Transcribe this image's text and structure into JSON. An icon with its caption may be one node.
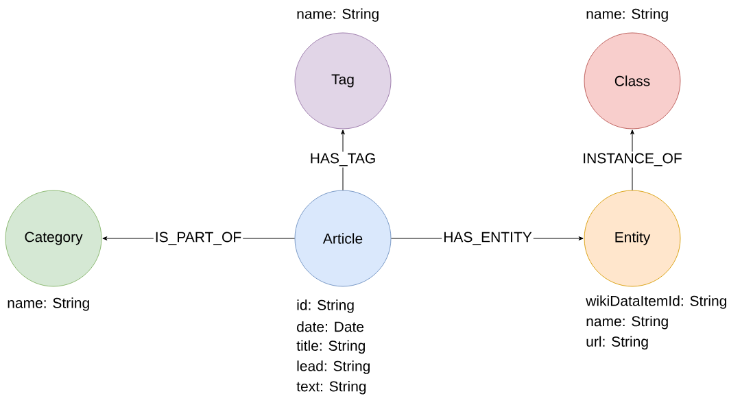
{
  "diagram": {
    "nodes": [
      {
        "text": [
          "Category"
        ],
        "beside": [
          "name: String"
        ]
      },
      {
        "text": [
          "Tag"
        ],
        "beside": [
          "name: String"
        ]
      },
      {
        "text": [
          "Article"
        ],
        "beside": [
          "id: String",
          "date: Date",
          "title: String",
          "lead: String",
          "text: String"
        ]
      },
      {
        "text": [
          "Entity"
        ],
        "beside": [
          "wikiDataItemId: String",
          "name: String",
          "url: String"
        ]
      },
      {
        "text": [
          "Class"
        ],
        "beside": [
          "name: String"
        ]
      }
    ],
    "edges": [
      {
        "from": 2,
        "to": 0,
        "arrow": "to",
        "label": "IS_PART_OF"
      },
      {
        "from": 2,
        "to": 1,
        "arrow": "to",
        "label": "HAS_TAG"
      },
      {
        "from": 2,
        "to": 3,
        "arrow": "to",
        "label": "HAS_ENTITY"
      },
      {
        "from": 3,
        "to": 4,
        "arrow": "to",
        "label": "INSTANCE_OF"
      }
    ]
  }
}
